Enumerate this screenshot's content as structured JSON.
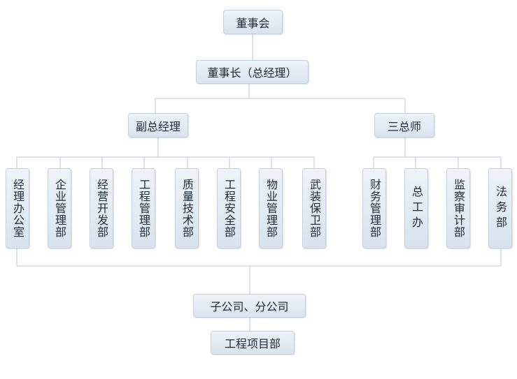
{
  "org_chart": {
    "chairman_board": "董事会",
    "chairman": "董事长（总经理）",
    "vice_gm": "副总经理",
    "chief_three": "三总师",
    "vice_depts": [
      "经理办公室",
      "企业管理部",
      "经营开发部",
      "工程管理部",
      "质量技术部",
      "工程安全部",
      "物业管理部",
      "武装保卫部"
    ],
    "chief_depts": [
      "财务管理部",
      "总工办",
      "监察审计部",
      "法务部"
    ],
    "subsidiaries": "子公司、分公司",
    "project_dept": "工程项目部"
  },
  "colors": {
    "box_fill_top": "#eef3f8",
    "box_fill_bottom": "#d9e3ee",
    "box_border": "#c3d0de",
    "line": "#b7c8da",
    "text": "#1e2a36"
  }
}
